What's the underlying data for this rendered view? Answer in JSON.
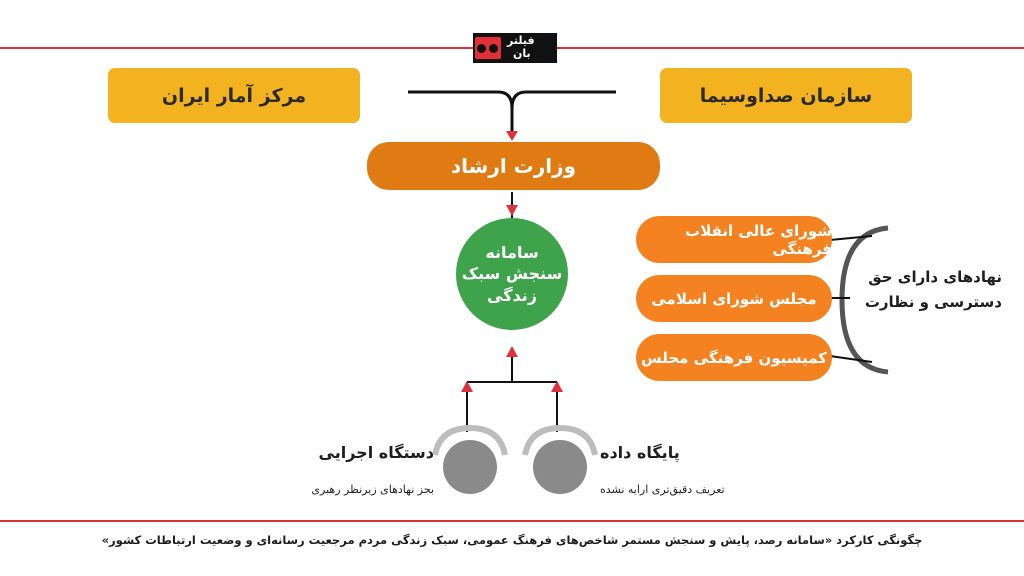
{
  "logo": {
    "text_top": "فیلتر",
    "text_bottom": "بان"
  },
  "top_left_box": "مرکز آمار ایران",
  "top_right_box": "سازمان صداوسیما",
  "ministry": "وزارت ارشاد",
  "system": {
    "line1": "سامانه",
    "line2": "سنجش سبک",
    "line3": "زندگی"
  },
  "oversight_bodies": [
    "شورای عالی انقلاب فرهنگی",
    "مجلس شورای اسلامی",
    "کمیسیون فرهنگی مجلس"
  ],
  "oversight_label": {
    "line1": "نهادهای دارای حق",
    "line2": "دسترسی و نظارت"
  },
  "executive": {
    "title": "دستگاه اجرایی",
    "subtitle": "بجز نهادهای زیرنظر رهبری"
  },
  "database": {
    "title": "پایگاه داده",
    "subtitle": "تعریف دقیق‌تری ارایه نشده"
  },
  "caption": "چگونگی کارکرد «سامانه رصد، پایش و سنجش مستمر شاخص‌های فرهنگ عمومی، سبک زندگی مردم مرجعیت رسانه‌ای و وضعیت ارتباطات کشور»",
  "colors": {
    "accent_red": "#e0303a",
    "gold": "#f3b21f",
    "orange": "#e07a12",
    "green": "#3ea34a",
    "grey": "#8a8a8a"
  }
}
